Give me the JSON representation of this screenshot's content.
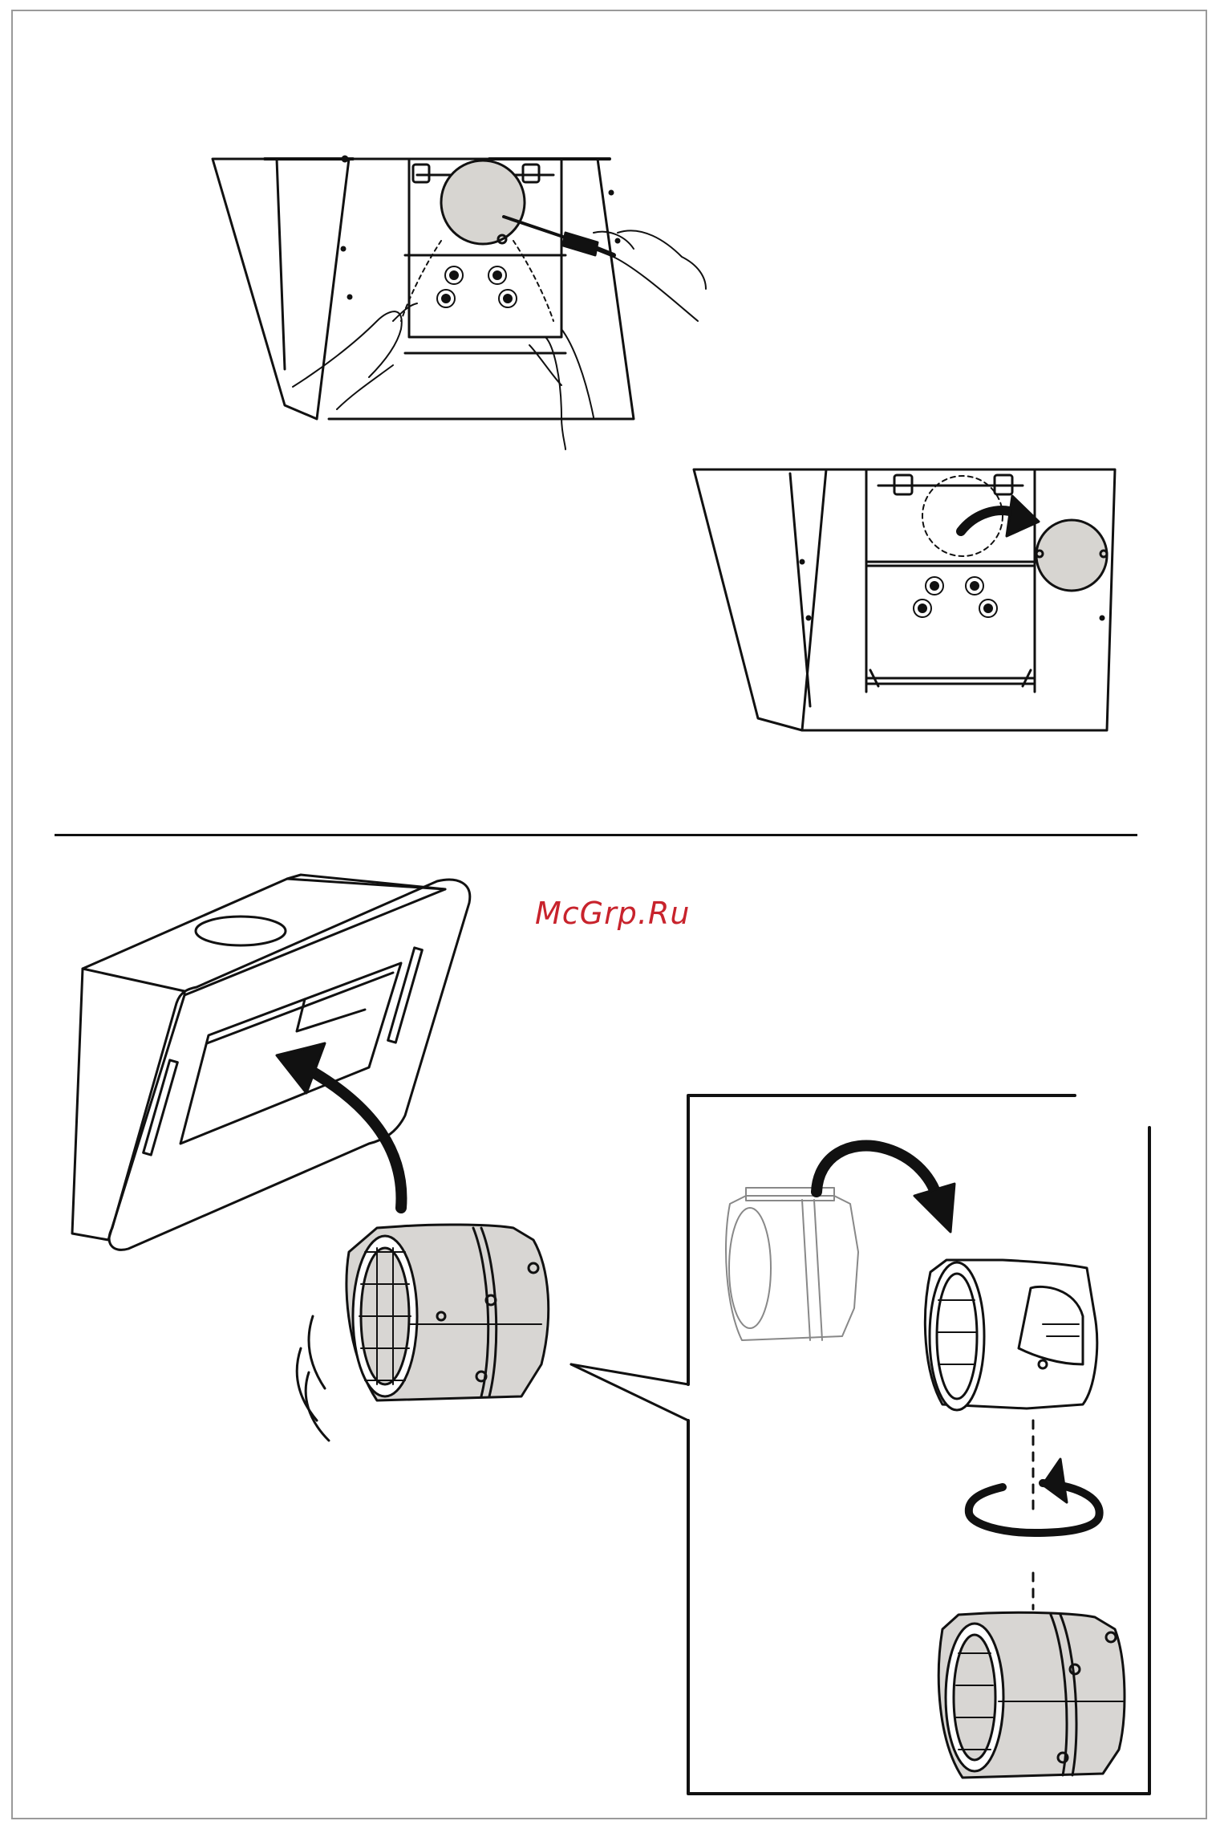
{
  "watermark": {
    "text": "McGrp.Ru",
    "color": "#c8232c"
  },
  "colors": {
    "line": "#111111",
    "filter_fill": "#d7d5d1",
    "motor_fill": "#d8d6d3"
  },
  "icons": {
    "step1": [
      "hood-back-panel",
      "filter-disc",
      "screwdriver",
      "hands"
    ],
    "step2": [
      "hood-back-panel",
      "filter-disc",
      "curved-arrow"
    ],
    "step3": [
      "hood-underside",
      "motor-blower",
      "curved-arrow",
      "vibration-lines"
    ],
    "detail": [
      "motor-blower",
      "flip-arrow",
      "rotate-arrow",
      "dashed-axis"
    ]
  }
}
